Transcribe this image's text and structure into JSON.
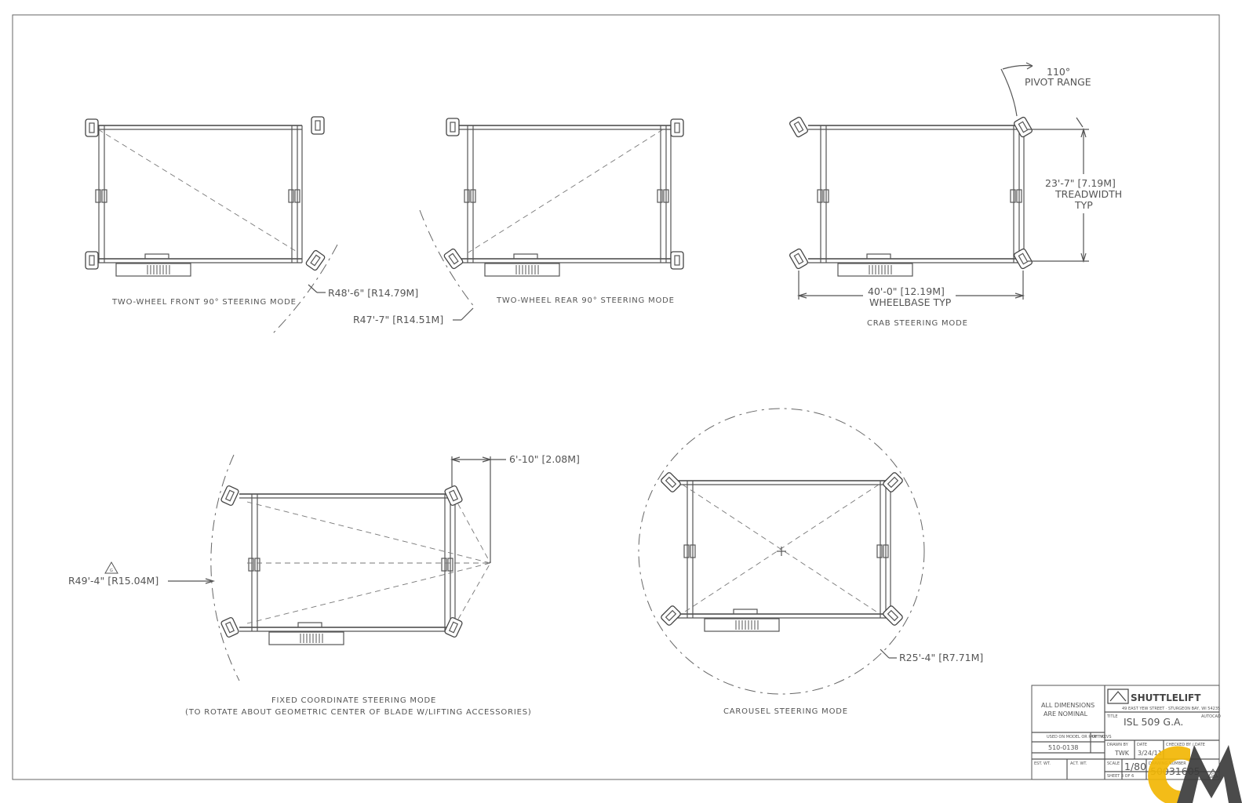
{
  "views": {
    "front": {
      "caption": "TWO-WHEEL FRONT 90° STEERING MODE",
      "radius_label": "R48'-6\" [R14.79M]"
    },
    "rear": {
      "caption": "TWO-WHEEL REAR 90° STEERING MODE",
      "radius_label": "R47'-7\" [R14.51M]"
    },
    "crab": {
      "caption": "CRAB STEERING MODE",
      "pivot_angle": "110°",
      "pivot_label": "PIVOT RANGE",
      "treadwidth_value": "23'-7\" [7.19M]",
      "treadwidth_label": "TREADWIDTH",
      "treadwidth_typ": "TYP",
      "wheelbase_value": "40'-0\" [12.19M]",
      "wheelbase_label": "WHEELBASE TYP"
    },
    "fixed": {
      "caption_line1": "FIXED COORDINATE STEERING MODE",
      "caption_line2": "(TO ROTATE ABOUT GEOMETRIC CENTER OF BLADE W/LIFTING ACCESSORIES)",
      "offset_label": "6'-10\" [2.08M]",
      "radius_label": "R49'-4\" [R15.04M]",
      "revision_mark": "G"
    },
    "carousel": {
      "caption": "CAROUSEL STEERING MODE",
      "radius_label": "R25'-4\" [R7.71M]"
    }
  },
  "title_block": {
    "note_line1": "ALL DIMENSIONS",
    "note_line2": "ARE NOMINAL",
    "logo_text": "SHUTTLELIFT",
    "address": "49 EAST YEW STREET · STURGEON BAY, WI 54235",
    "title_label": "TITLE",
    "autocad": "AUTOCAD",
    "title_value": "ISL 509 G.A.",
    "used_on_label": "USED ON MODEL OR PART NO.",
    "rev_label": "DFT REVS",
    "part_no": "510-0138",
    "drawn_by_label": "DRAWN BY",
    "drawn_by": "TWK",
    "date_label": "DATE",
    "date": "3/24/11",
    "checked_label": "CHECKED BY / DATE",
    "est_wt_label": "EST. WT.",
    "act_wt_label": "ACT. WT.",
    "scale_label": "SCALE",
    "scale": "1/80",
    "drawing_no_label": "DRAWING NUMBER",
    "drawing_no": "50031605",
    "sheet": "SHEET 3 OF 6",
    "revision": "G"
  },
  "colors": {
    "line": "#555555",
    "logo_yellow": "#f2b705",
    "logo_dark": "#3c3c3c"
  }
}
